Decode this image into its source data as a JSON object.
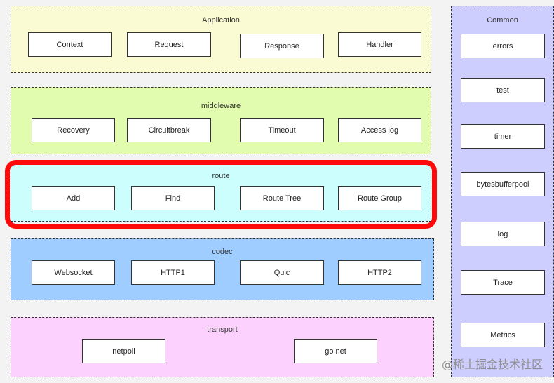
{
  "application": {
    "title": "Application",
    "items": [
      "Context",
      "Request",
      "Response",
      "Handler"
    ]
  },
  "middleware": {
    "title": "middleware",
    "items": [
      "Recovery",
      "Circuitbreak",
      "Timeout",
      "Access log"
    ]
  },
  "route": {
    "title": "route",
    "items": [
      "Add",
      "Find",
      "Route Tree",
      "Route Group"
    ]
  },
  "codec": {
    "title": "codec",
    "items": [
      "Websocket",
      "HTTP1",
      "Quic",
      "HTTP2"
    ]
  },
  "transport": {
    "title": "transport",
    "items": [
      "netpoll",
      "go net"
    ]
  },
  "common": {
    "title": "Common",
    "items": [
      "errors",
      "test",
      "timer",
      "bytesbufferpool",
      "log",
      "Trace",
      "Metrics"
    ]
  },
  "watermark": "@稀土掘金技术社区",
  "colors": {
    "application": "#fbfbd3",
    "middleware": "#e1fcae",
    "route": "#ccfefe",
    "codec": "#9fcdff",
    "transport": "#fdd1fe",
    "common": "#cdcdfe",
    "highlight": "#ff0a0a"
  }
}
